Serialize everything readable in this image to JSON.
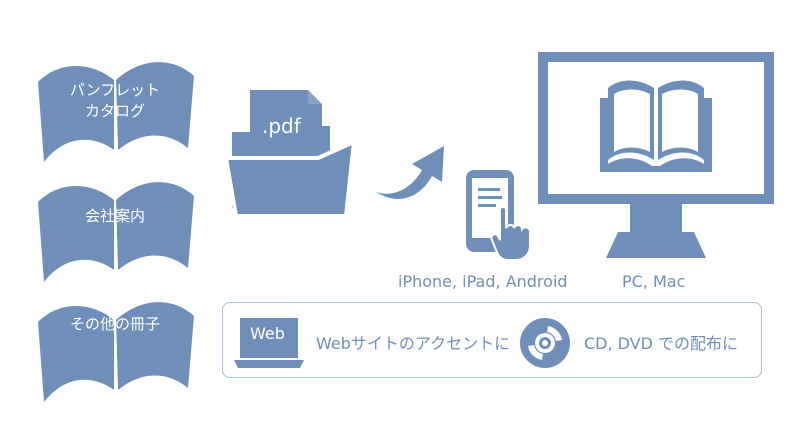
{
  "books": [
    {
      "label_line1": "パンフレット",
      "label_line2": "カタログ"
    },
    {
      "label_line1": "会社案内"
    },
    {
      "label_line1": "その他の冊子"
    }
  ],
  "folder": {
    "file_label": ".pdf"
  },
  "devices": {
    "mobile_caption": "iPhone, iPad, Android",
    "desktop_caption": "PC, Mac"
  },
  "distribution": {
    "web_badge": "Web",
    "web_text": "Webサイトのアクセントに",
    "disc_text": "CD, DVD での配布に"
  },
  "colors": {
    "accent": "#6f8fba",
    "border": "#a8bfdc",
    "background": "#ffffff"
  }
}
